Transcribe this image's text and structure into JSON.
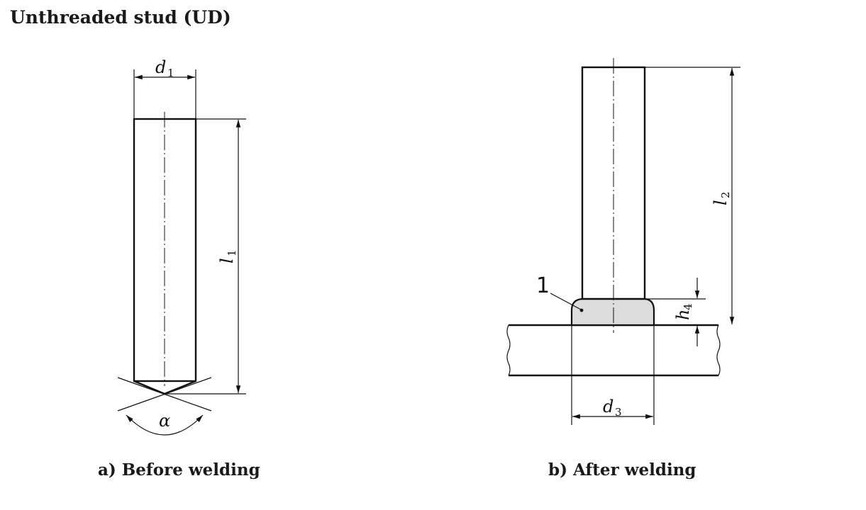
{
  "title": "Unthreaded stud (UD)",
  "captions": {
    "before": "a) Before welding",
    "after": "b) After welding"
  },
  "labels": {
    "d1": {
      "main": "d",
      "sub": "1"
    },
    "l1": {
      "main": "l",
      "sub": "1"
    },
    "alpha": "α",
    "l2": {
      "main": "l",
      "sub": "2"
    },
    "h4": {
      "main": "h",
      "sub": "4"
    },
    "d3": {
      "main": "d",
      "sub": "3"
    },
    "callout": "1"
  },
  "colors": {
    "weld_fill": "#dcdcdc",
    "line": "#111111"
  }
}
